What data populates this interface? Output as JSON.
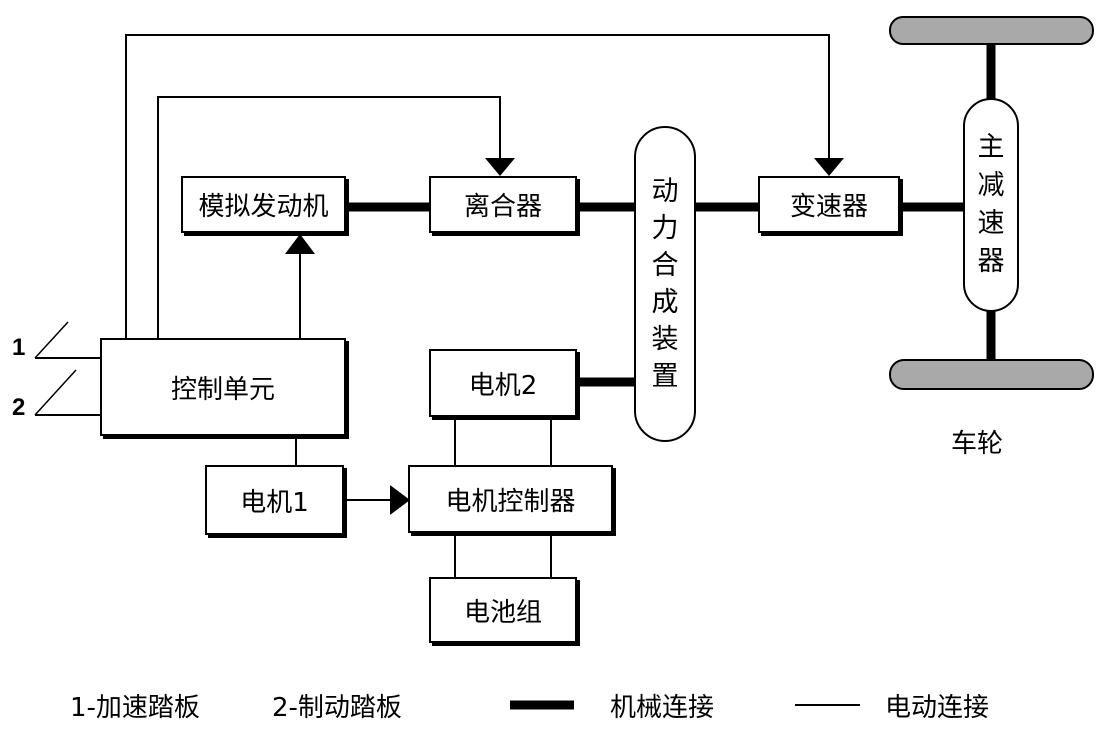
{
  "blocks": {
    "engine": "模拟发动机",
    "clutch": "离合器",
    "gearbox": "变速器",
    "control_unit": "控制单元",
    "motor2": "电机2",
    "motor1": "电机1",
    "motor_controller": "电机控制器",
    "battery": "电池组"
  },
  "power_coupling": [
    "动",
    "力",
    "合",
    "成",
    "装",
    "置"
  ],
  "final_drive": [
    "主",
    "减",
    "速",
    "器"
  ],
  "wheels_label": "车轮",
  "pedal_numbers": {
    "accelerator": "1",
    "brake": "2"
  },
  "legend": {
    "accelerator": "1-加速踏板",
    "brake": "2-制动踏板",
    "mechanical": "机械连接",
    "electrical": "电动连接"
  }
}
